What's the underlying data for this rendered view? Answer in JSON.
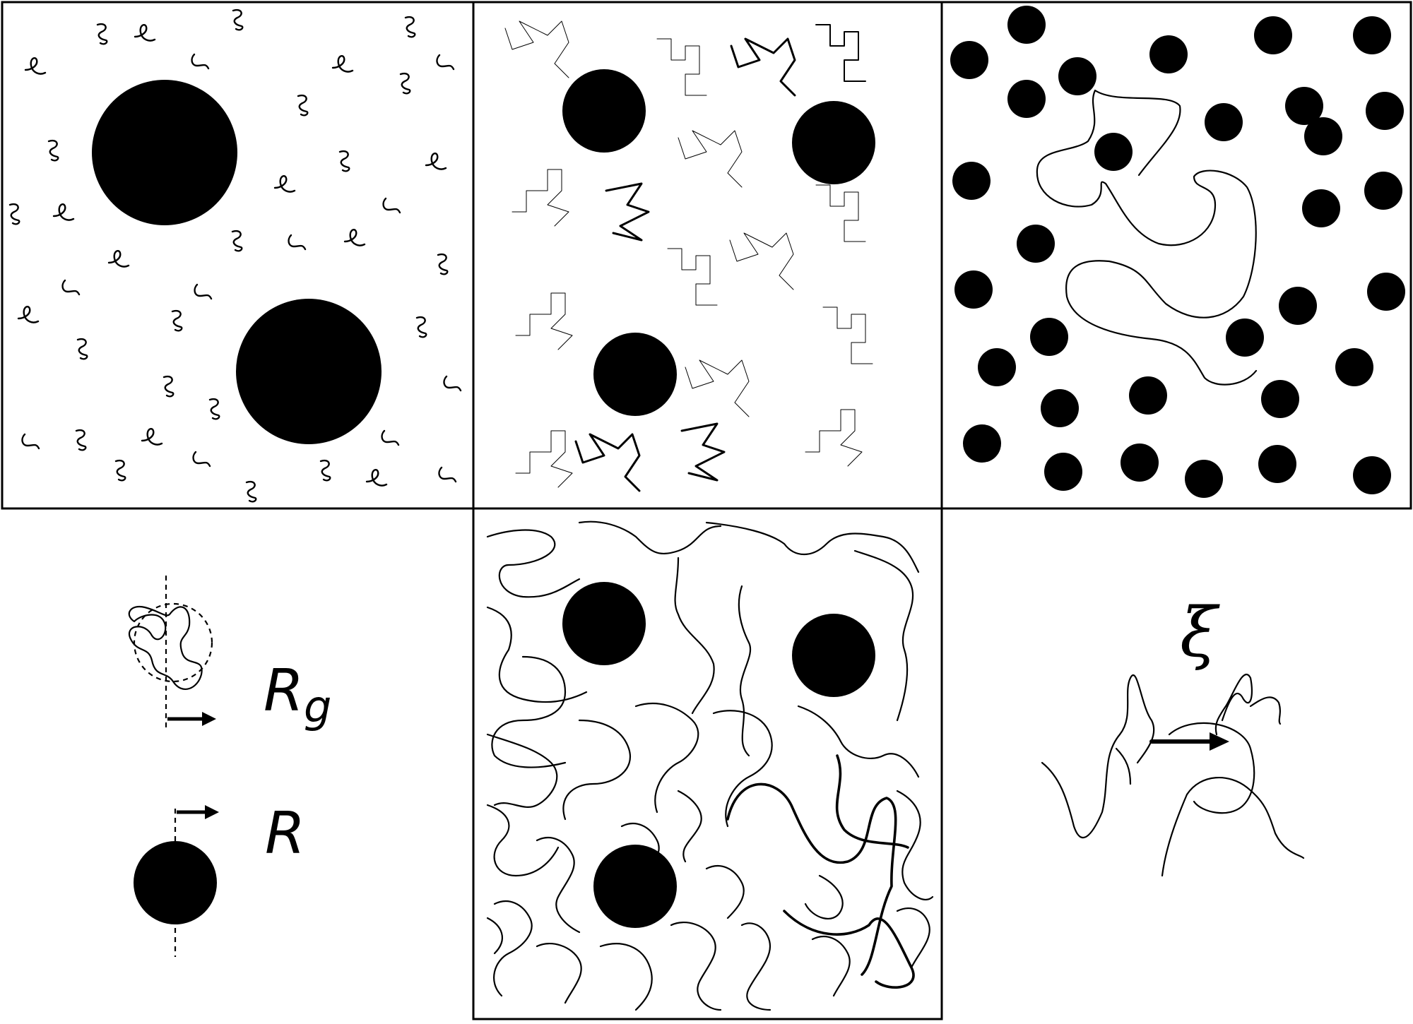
{
  "labels": {
    "rg_main": "R",
    "rg_sub": "g",
    "r": "R",
    "xi": "ξ"
  },
  "colors": {
    "ink": "#000000",
    "paper": "#ffffff"
  },
  "panels": [
    {
      "id": "small-polymer-large-particle"
    },
    {
      "id": "comparable-size"
    },
    {
      "id": "large-polymer-small-particle"
    },
    {
      "id": "semidilute-mesh"
    }
  ],
  "legend": [
    {
      "id": "polymer-coil-radius-of-gyration"
    },
    {
      "id": "particle-radius"
    },
    {
      "id": "mesh-size-correlation-length"
    }
  ]
}
